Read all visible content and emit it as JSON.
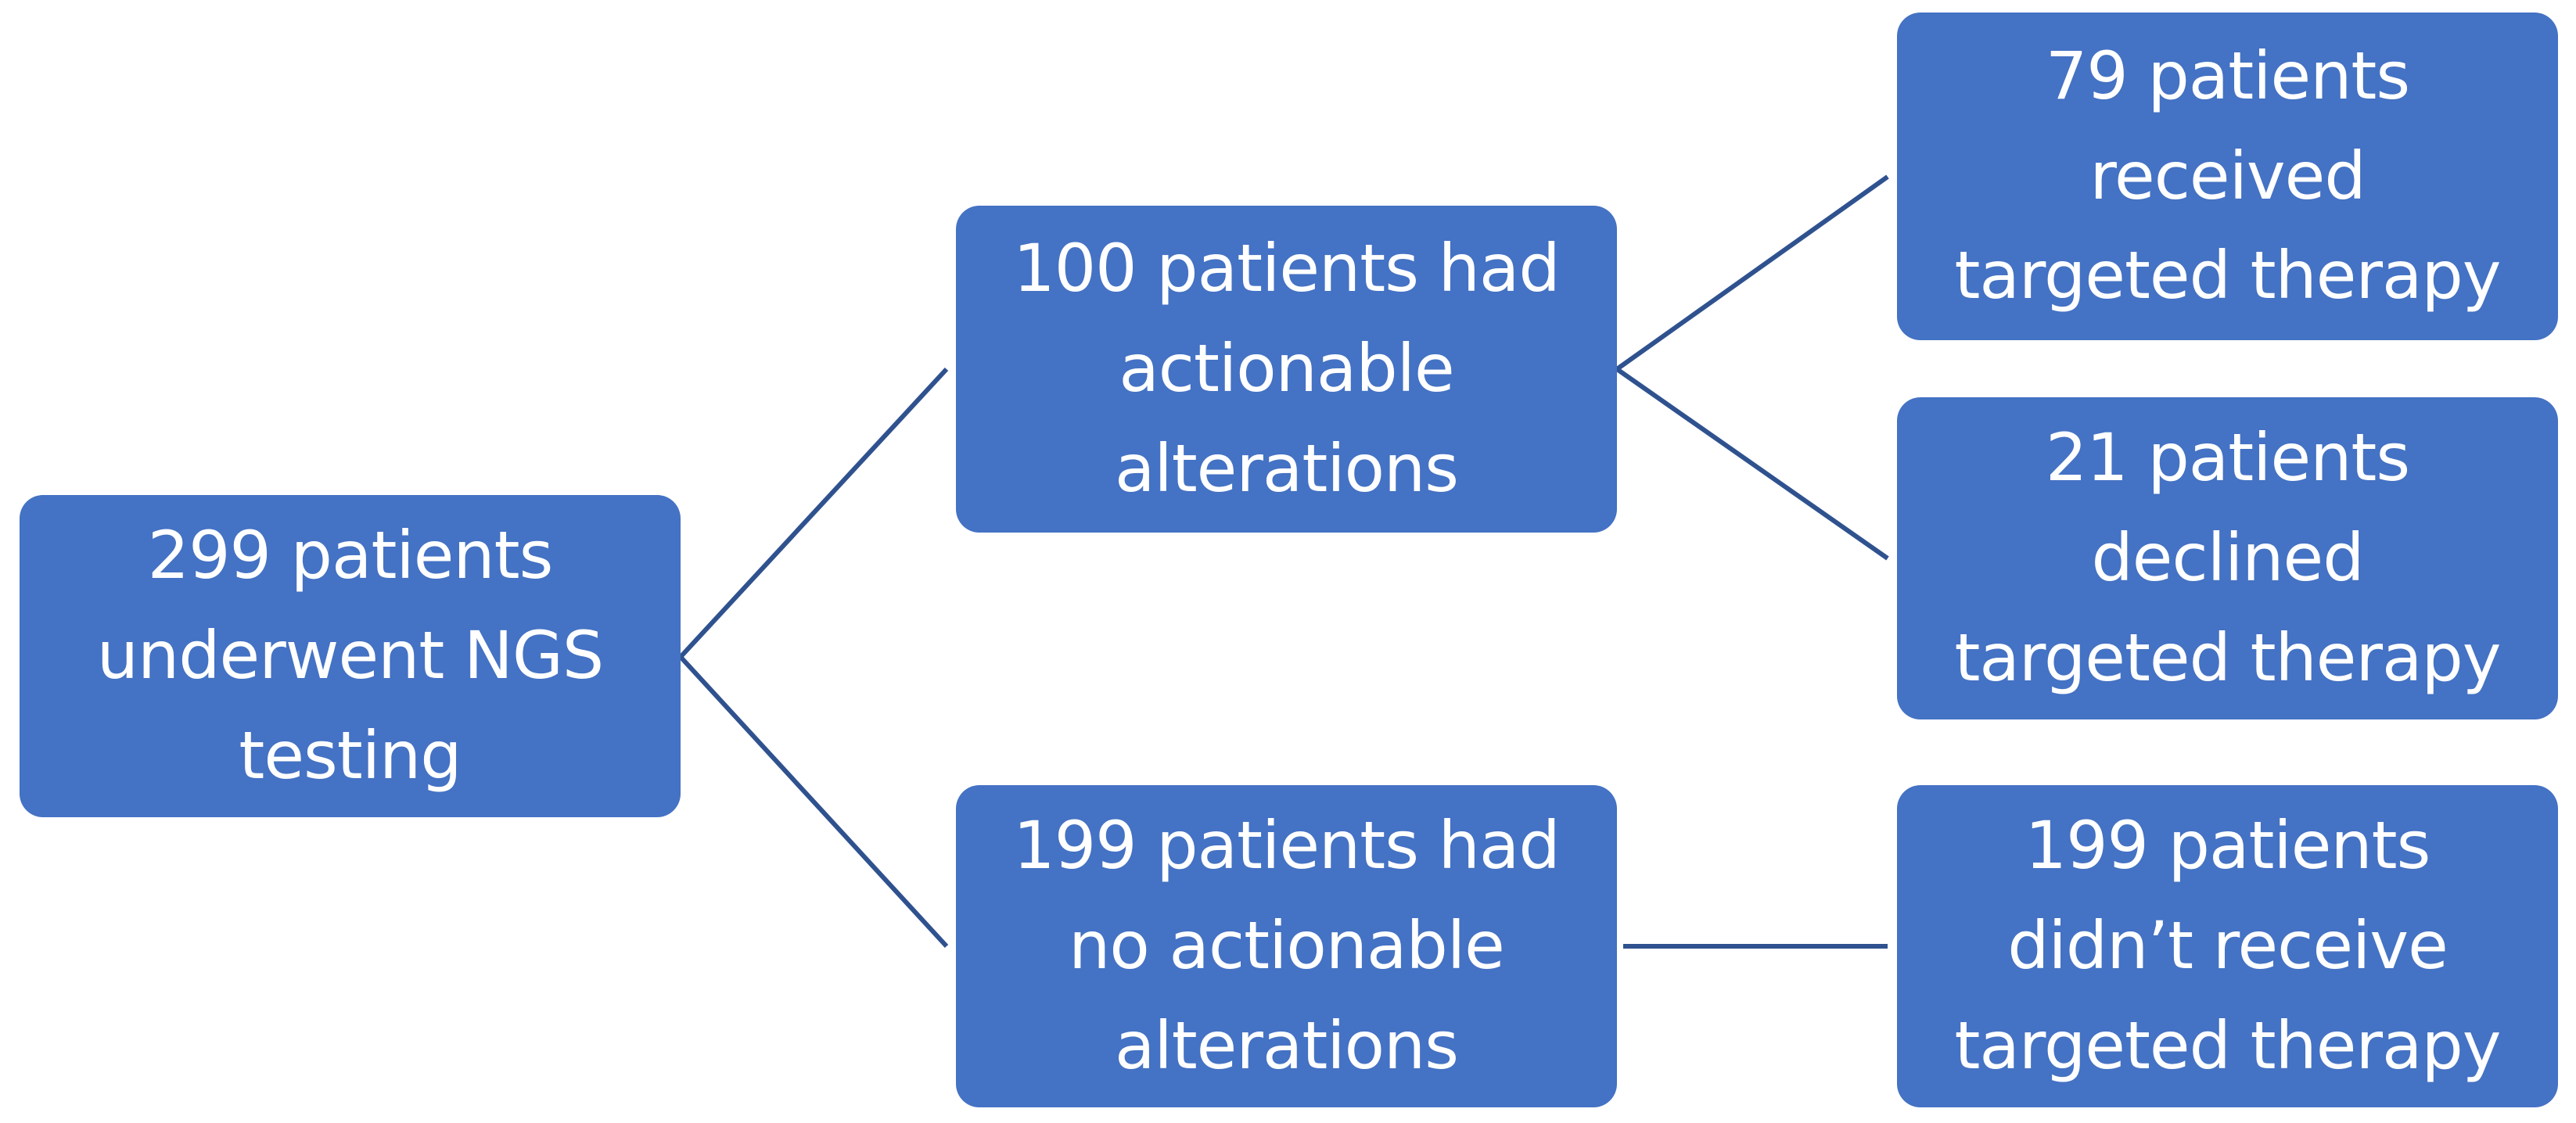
{
  "colors": {
    "box_fill": "#4472c4",
    "text": "#ffffff",
    "connector": "#2f528f"
  },
  "nodes": {
    "root": {
      "lines": [
        "299 patients",
        "underwent NGS",
        "testing"
      ]
    },
    "actionable": {
      "lines": [
        "100 patients had",
        "actionable",
        "alterations"
      ]
    },
    "no_actionable": {
      "lines": [
        "199 patients had",
        "no actionable",
        "alterations"
      ]
    },
    "received": {
      "lines": [
        "79 patients",
        "received",
        "targeted therapy"
      ]
    },
    "declined": {
      "lines": [
        "21 patients",
        "declined",
        "targeted therapy"
      ]
    },
    "not_received": {
      "lines": [
        "199 patients",
        "didn’t receive",
        "targeted therapy"
      ]
    }
  }
}
